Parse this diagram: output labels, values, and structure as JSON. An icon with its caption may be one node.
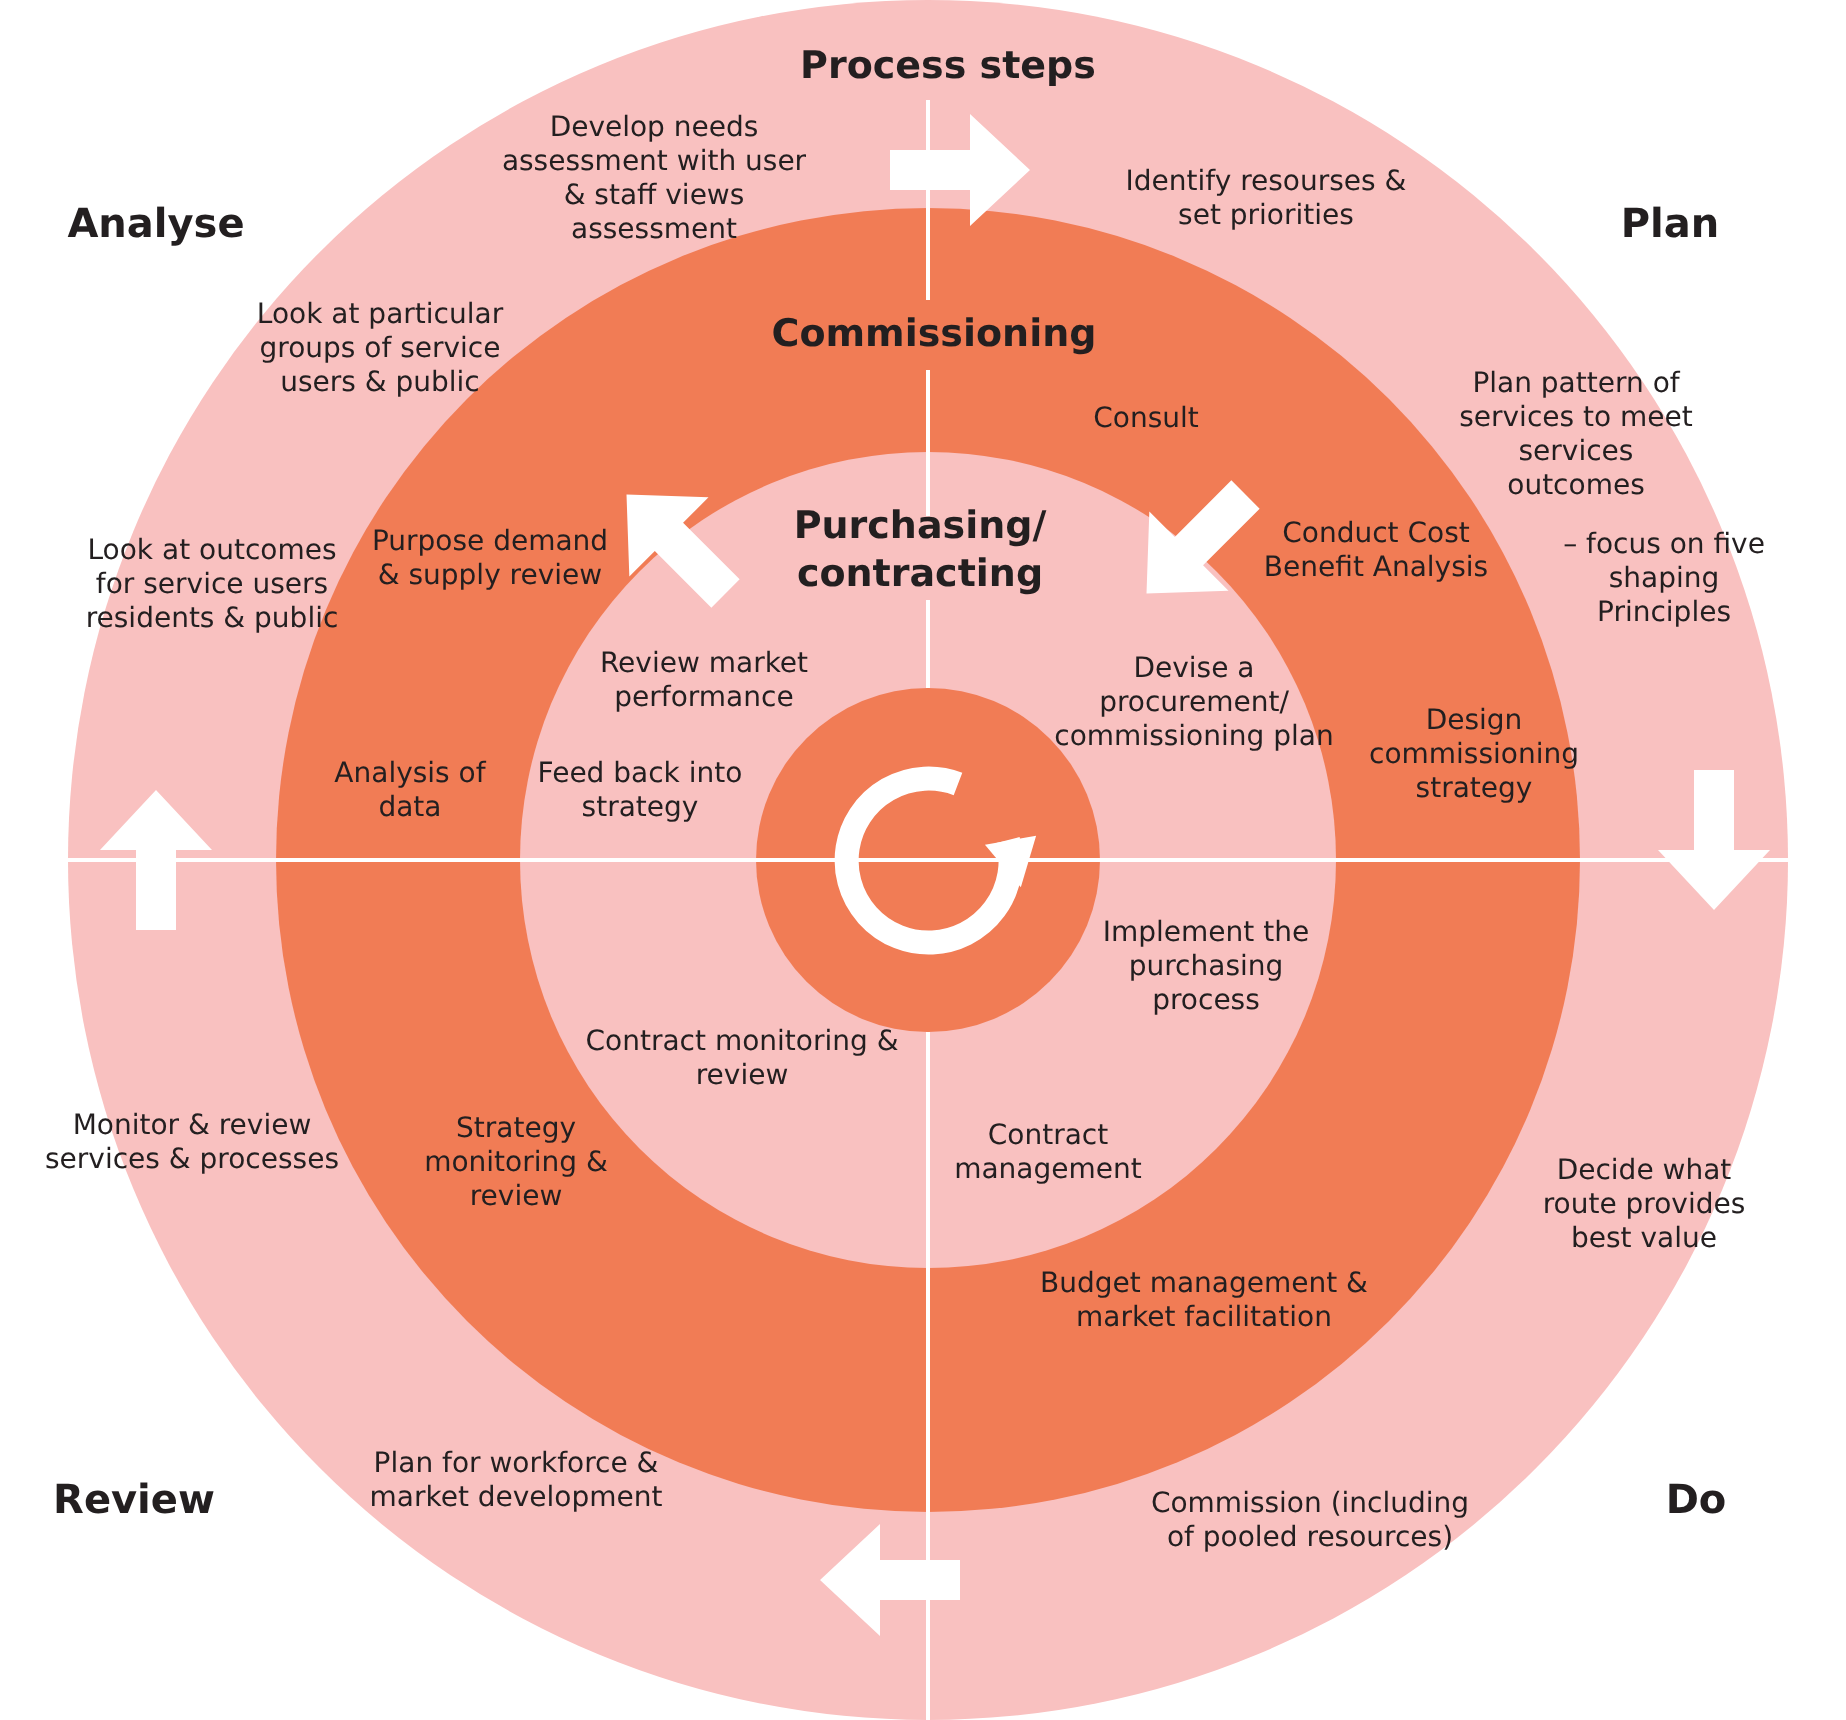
{
  "diagram": {
    "nodes": [
      {
        "text": [
          "Process steps"
        ]
      },
      {
        "text": [
          "Commissioning"
        ],
        "in": 0
      },
      {
        "text": [
          "Purchasing/ contracting"
        ],
        "in": 1
      },
      {
        "text": [],
        "shape": "circle",
        "in": 2
      }
    ],
    "labels": [
      "Analyse",
      "Develop needs assessment with user & staff views assessment",
      "Identify resourses & set priorities",
      "Plan",
      "Look at particular groups of service users & public",
      "Consult",
      "Plan pattern of services to meet services outcomes",
      "Look at outcomes for service users residents & public",
      "Purpose demand & supply review",
      "Conduct Cost Benefit Analysis",
      "– focus on five shaping Principles",
      "Review market performance",
      "Devise a procurement/ commissioning plan",
      "Design commissioning strategy",
      "Analysis of data",
      "Feed back into strategy",
      "Implement the purchasing process",
      "Contract monitoring & review",
      "Monitor & review services & processes",
      "Strategy monitoring & review",
      "Contract management",
      "Decide what route provides best value",
      "Budget management & market facilitation",
      "Plan for workforce & market development",
      "Review",
      "Commission (including of pooled resources)",
      "Do"
    ]
  }
}
